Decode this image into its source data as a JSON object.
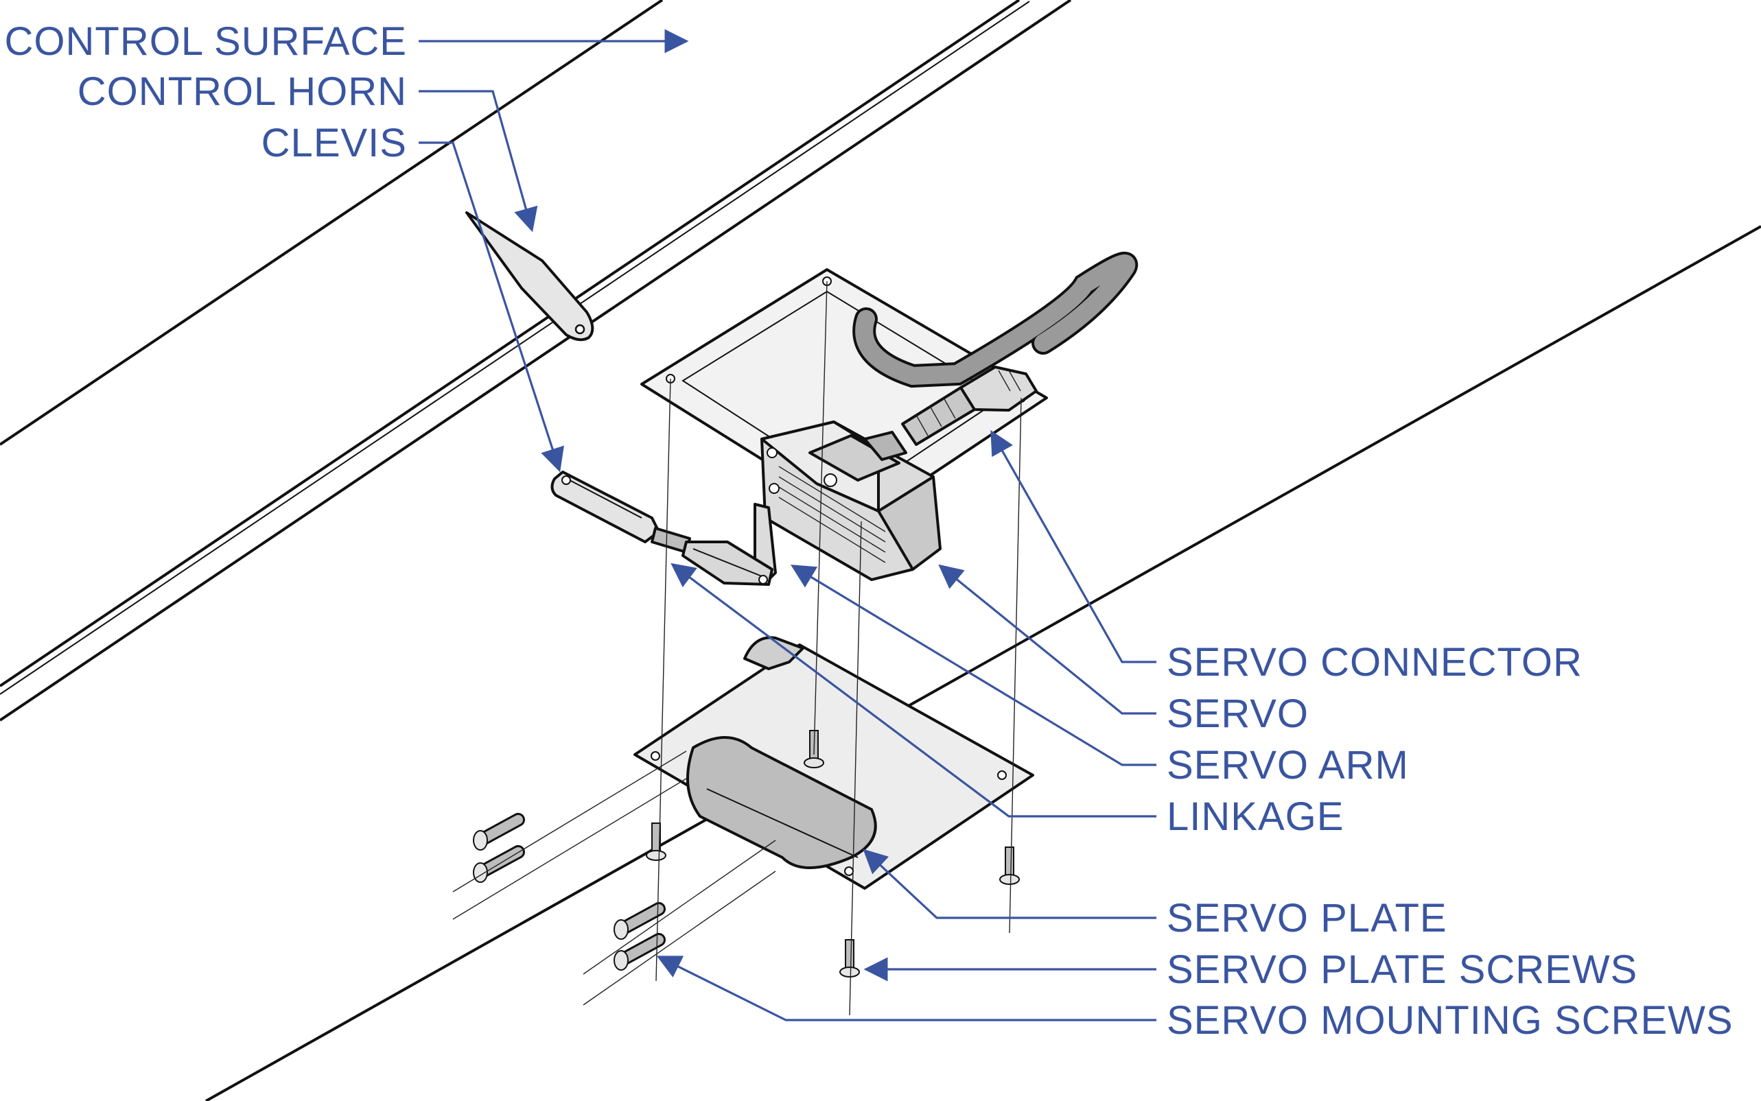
{
  "labels": {
    "control_surface": "CONTROL SURFACE",
    "control_horn": "CONTROL HORN",
    "clevis": "CLEVIS",
    "servo_connector": "SERVO CONNECTOR",
    "servo": "SERVO",
    "servo_arm": "SERVO ARM",
    "linkage": "LINKAGE",
    "servo_plate": "SERVO PLATE",
    "servo_plate_screws": "SERVO PLATE SCREWS",
    "servo_mounting_screws": "SERVO MOUNTING SCREWS"
  },
  "colors": {
    "label": "#3a55a0",
    "outline": "#111111",
    "part_fill": "#e3e3e3",
    "recess_fill": "#bdbdbd"
  }
}
